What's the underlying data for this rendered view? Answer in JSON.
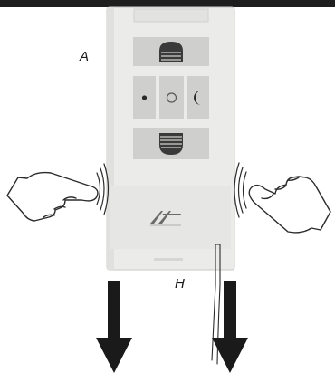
{
  "labels": {
    "a": "A",
    "h": "H"
  },
  "remote_buttons": [
    {
      "name": "up-button",
      "icon": "dome-up-icon"
    },
    {
      "name": "sun-button",
      "icon": "sun-icon"
    },
    {
      "name": "center-button",
      "icon": "circle-icon"
    },
    {
      "name": "moon-button",
      "icon": "moon-icon"
    },
    {
      "name": "down-button",
      "icon": "dome-down-icon"
    }
  ],
  "actions": [
    "squeeze-left-side",
    "squeeze-right-side",
    "pull-down"
  ],
  "colors": {
    "device_body": "#ebebea",
    "button_panel": "#cfcfcd",
    "icon": "#3a3a3a",
    "arrow": "#1a1a1a",
    "outline": "#2b2b2b"
  }
}
